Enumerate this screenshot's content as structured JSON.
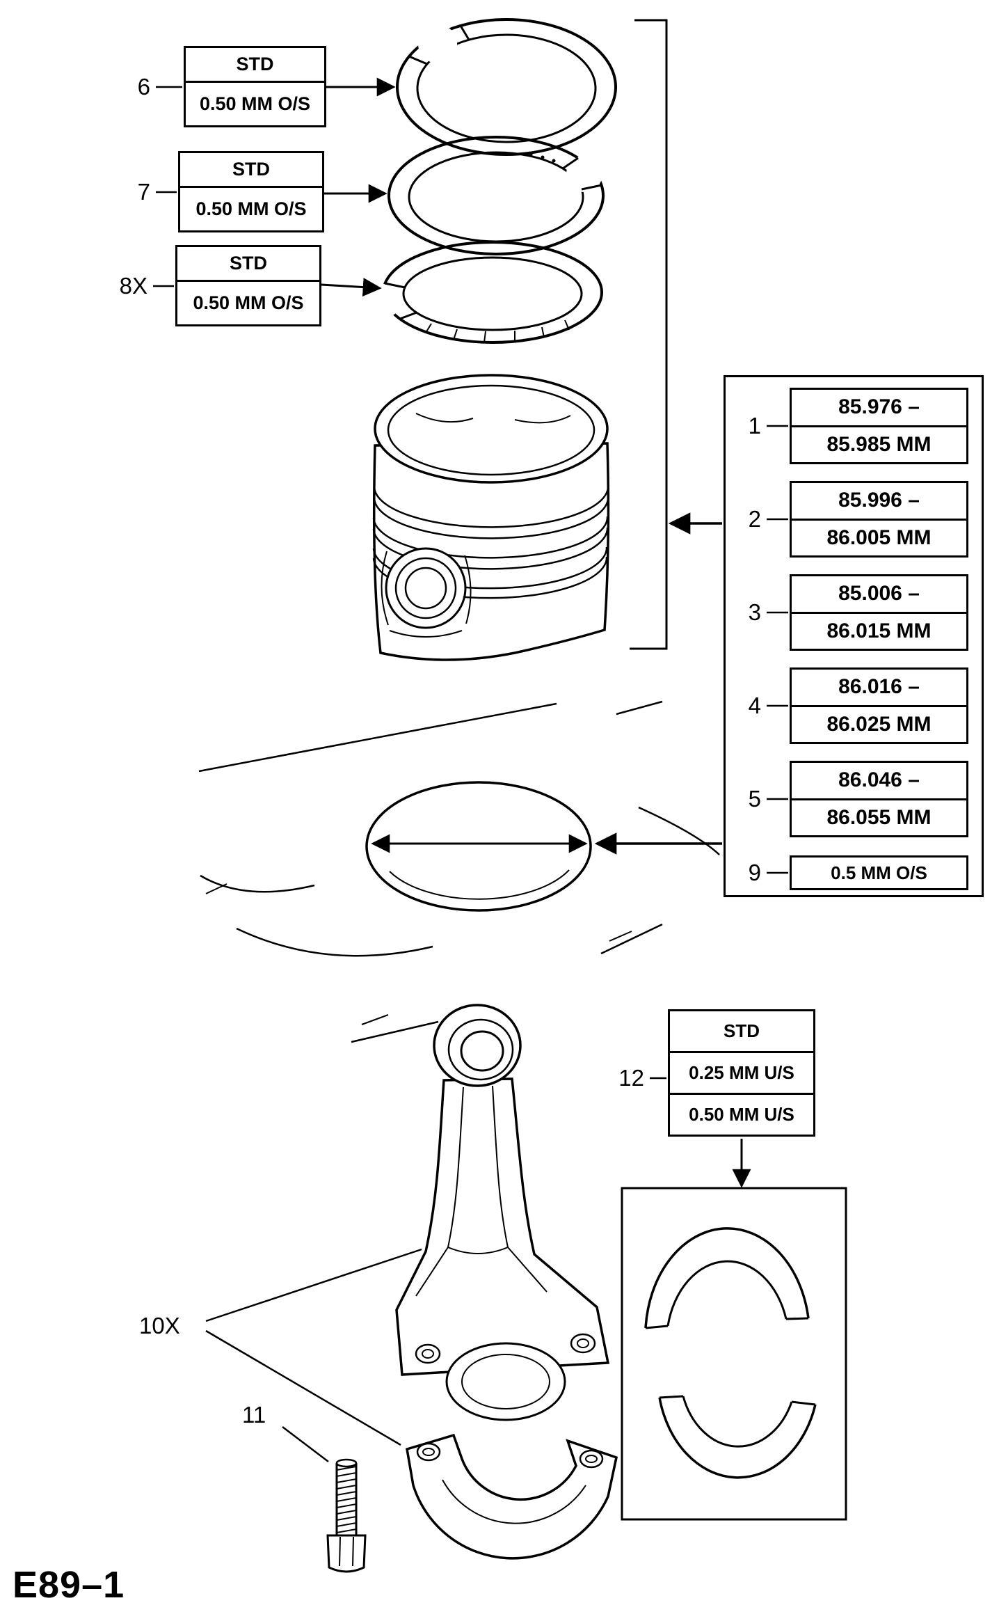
{
  "figure": {
    "code": "E89–1"
  },
  "ring_callouts": [
    {
      "ref": "6",
      "std": "STD",
      "oversize": "0.50 MM O/S"
    },
    {
      "ref": "7",
      "std": "STD",
      "oversize": "0.50 MM O/S"
    },
    {
      "ref": "8X",
      "std": "STD",
      "oversize": "0.50 MM O/S"
    }
  ],
  "piston_grade_table": {
    "rows": [
      {
        "ref": "1",
        "from": "85.976 –",
        "to": "85.985 MM"
      },
      {
        "ref": "2",
        "from": "85.996 –",
        "to": "86.005 MM"
      },
      {
        "ref": "3",
        "from": "85.006 –",
        "to": "86.015 MM"
      },
      {
        "ref": "4",
        "from": "86.016 –",
        "to": "86.025 MM"
      },
      {
        "ref": "5",
        "from": "86.046 –",
        "to": "86.055 MM"
      }
    ],
    "oversize_row": {
      "ref": "9",
      "label": "0.5 MM O/S"
    }
  },
  "bearing_callout": {
    "ref": "12",
    "rows": [
      "STD",
      "0.25 MM U/S",
      "0.50 MM U/S"
    ]
  },
  "part_refs": {
    "rod_assembly": "10X",
    "bolt": "11"
  }
}
